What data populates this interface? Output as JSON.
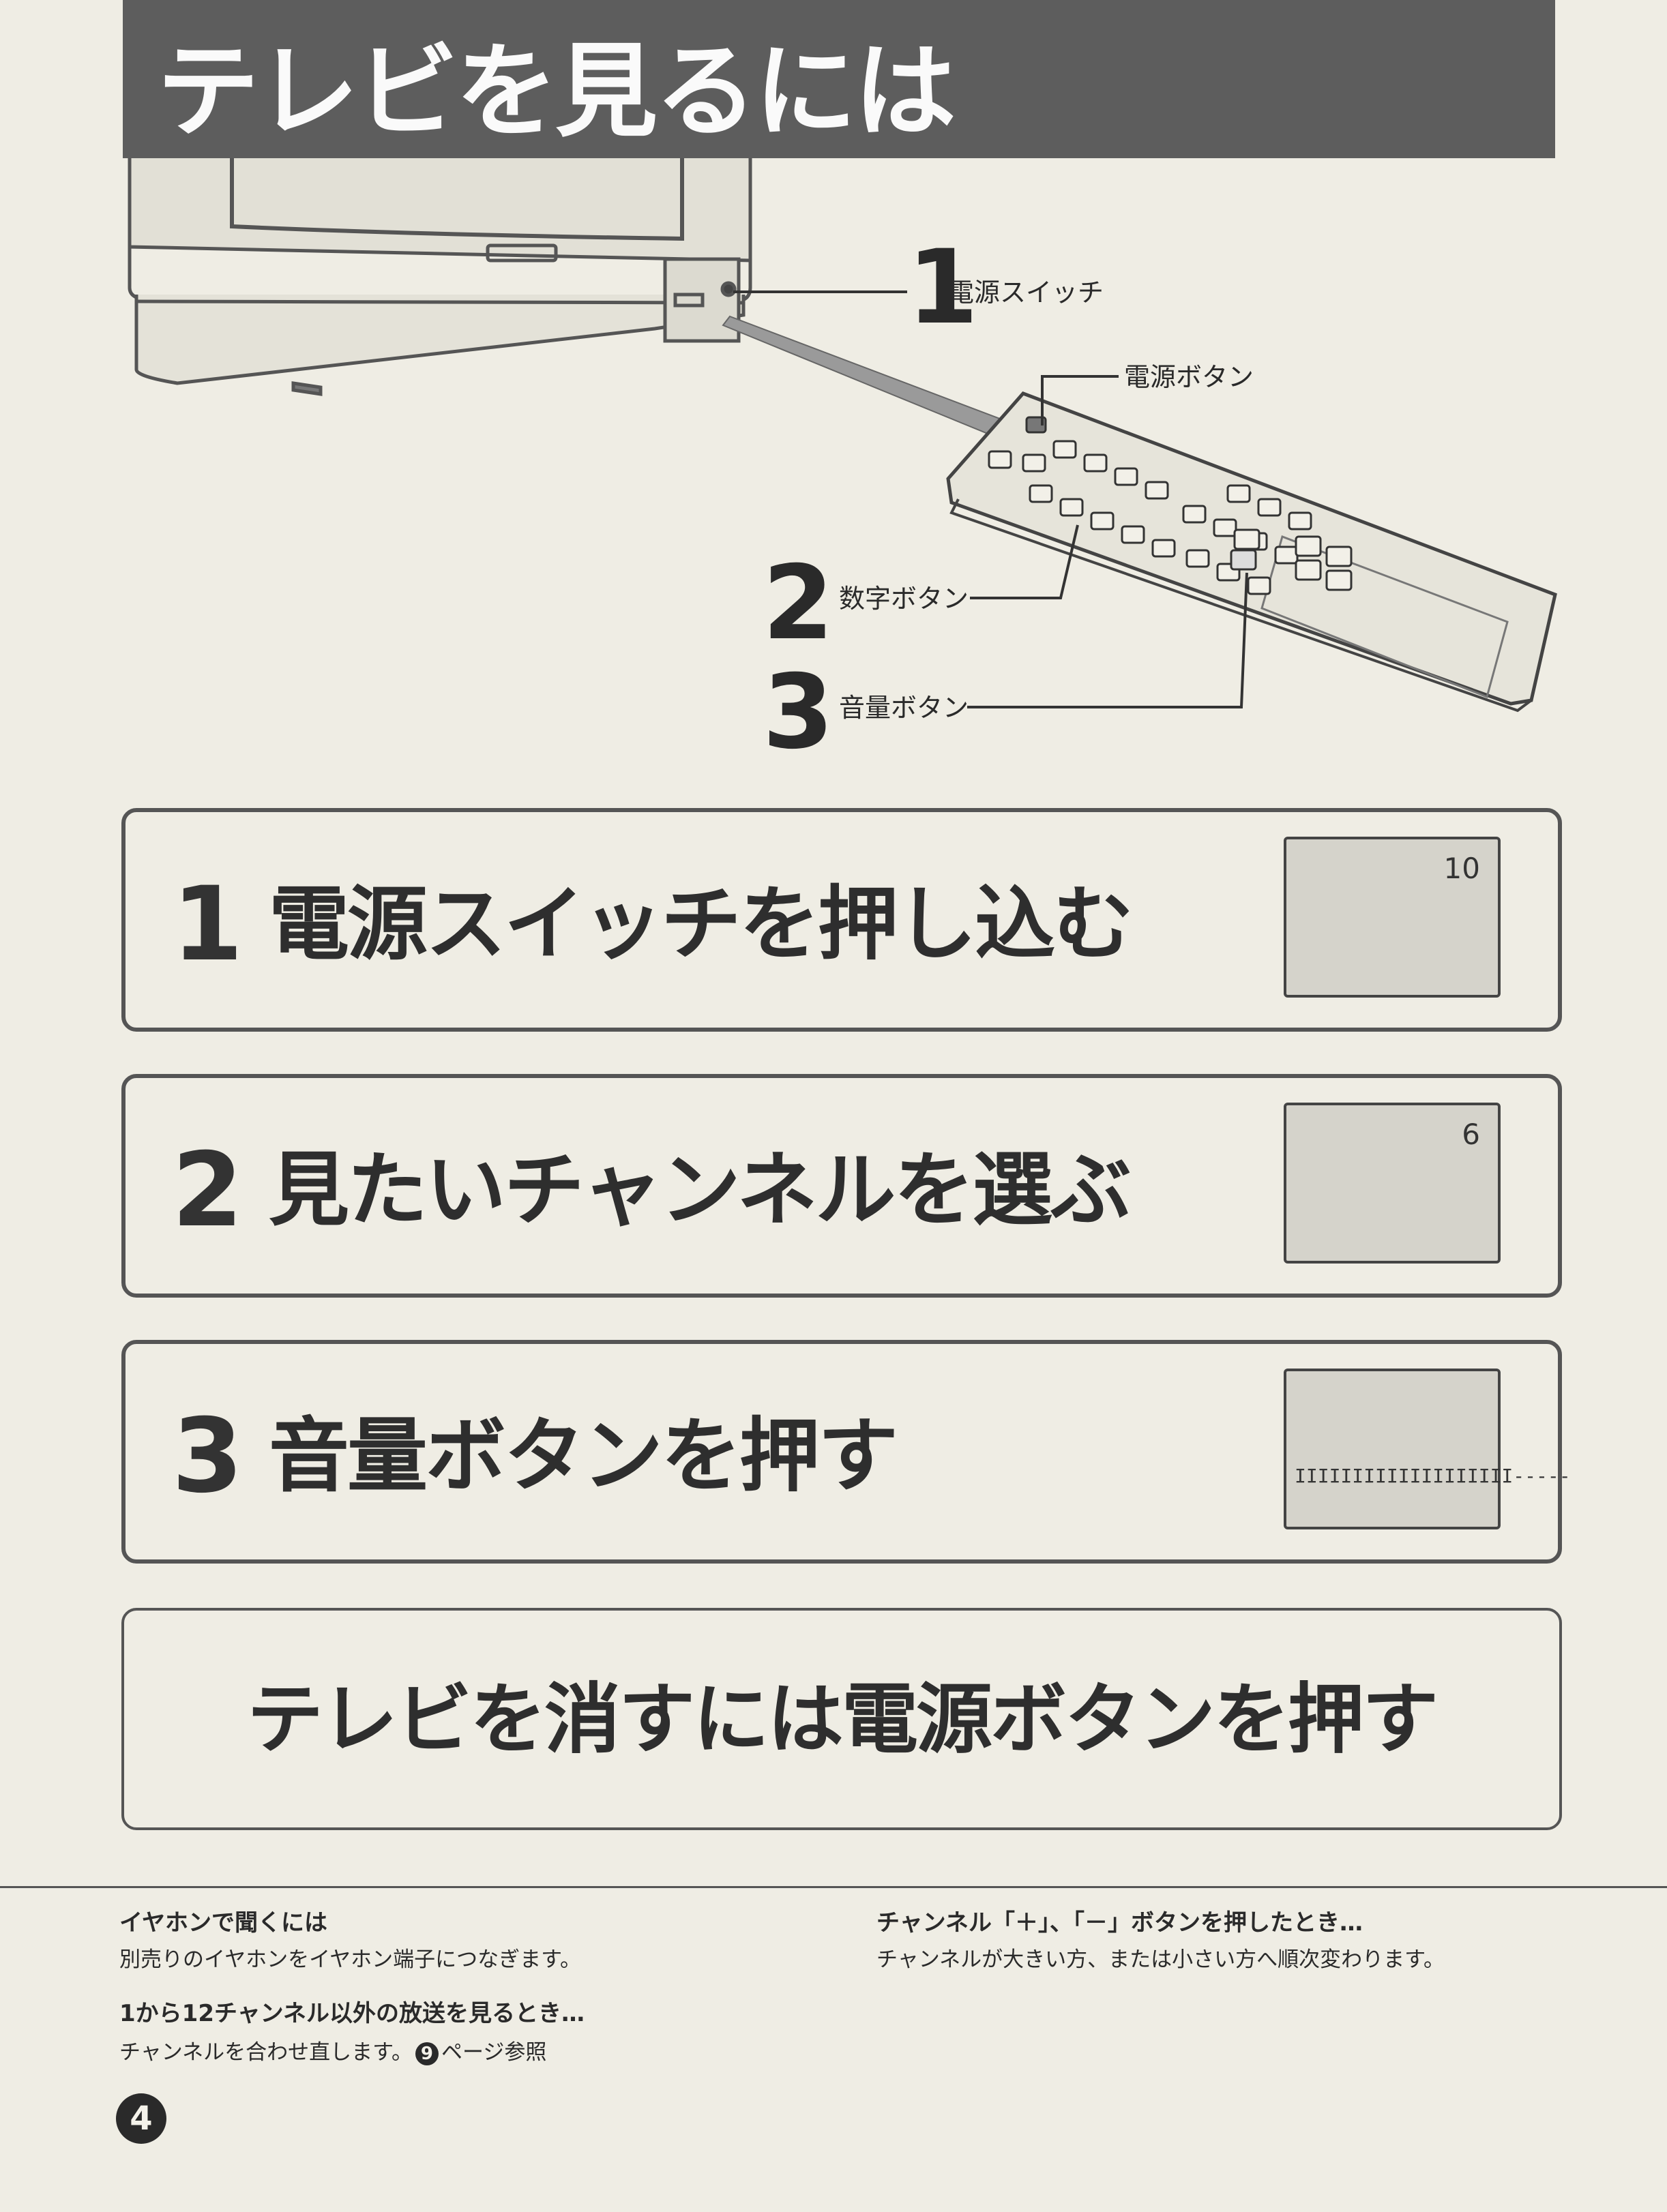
{
  "header": {
    "title": "テレビを見るには"
  },
  "illustration": {
    "callouts": {
      "power_switch": {
        "num": "1",
        "label": "電源スイッチ"
      },
      "power_button": {
        "label": "電源ボタン"
      },
      "number_buttons": {
        "num": "2",
        "label": "数字ボタン"
      },
      "volume_buttons": {
        "num": "3",
        "label": "音量ボタン"
      }
    }
  },
  "steps": [
    {
      "num": "1",
      "text": "電源スイッチを押し込む",
      "screen_channel": "10"
    },
    {
      "num": "2",
      "text": "見たいチャンネルを選ぶ",
      "screen_channel": "6"
    },
    {
      "num": "3",
      "text": "音量ボタンを押す",
      "volume_display": "IIIIIIIIIIIIIIIIIII-----"
    }
  ],
  "off_instruction": "テレビを消すには電源ボタンを押す",
  "notes": {
    "earphone": {
      "title": "イヤホンで聞くには",
      "body": "別売りのイヤホンをイヤホン端子につなぎます。"
    },
    "other_channels": {
      "title": "1から12チャンネル以外の放送を見るとき…",
      "body_before": "チャンネルを合わせ直します。",
      "page_ref": "9",
      "body_after": "ページ参照"
    },
    "channel_buttons": {
      "title": "チャンネル「＋」、「－」ボタンを押したとき…",
      "body": "チャンネルが大きい方、または小さい方へ順次変わります。"
    }
  },
  "page_number": "4"
}
